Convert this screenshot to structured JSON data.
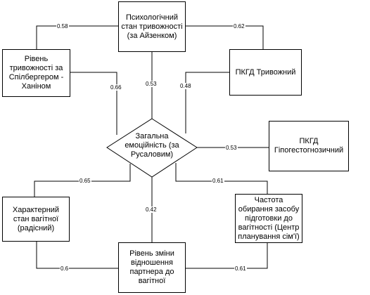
{
  "nodes": {
    "psych_state": "Психологічний стан тривожності (за Айзенком)",
    "anxiety_spielberger": "Рівень тривожності за Спілбергером - Ханіном",
    "pkgd_anxious": "ПКГД Тривожний",
    "general_emotionality": "Загальна емоційність (за Русаловим)",
    "pkgd_hypo": "ПКГД Гіпогестогнозичний",
    "character_state": "Характерний стан вагітної (радісний)",
    "preparation_frequency": "Частота обирання засобу підготовки до вагітності (Центр планування сім'ї)",
    "partner_relationship": "Рівень зміни відношення партнера до вагітної"
  },
  "coefficients": {
    "psych_spielberger": "0.58",
    "psych_pkgd_anxious": "0.62",
    "psych_emotionality": "0.53",
    "spielberger_emotionality": "0.66",
    "pkgd_anxious_emotionality": "0.48",
    "emotionality_pkgd_hypo": "0.53",
    "emotionality_character": "0.65",
    "emotionality_preparation": "0.61",
    "emotionality_partner": "0.42",
    "character_partner": "0.6",
    "partner_preparation": "0.61"
  }
}
